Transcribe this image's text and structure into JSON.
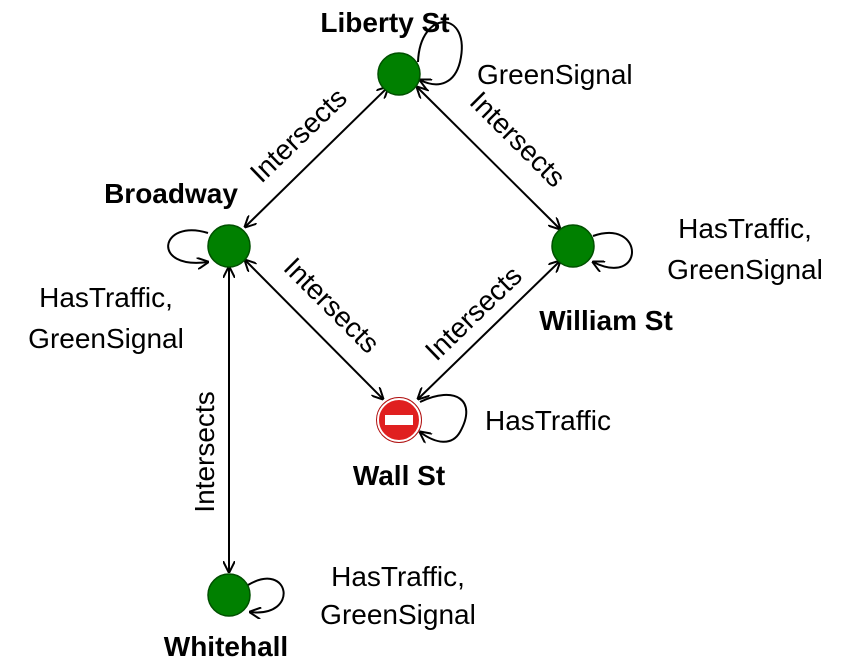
{
  "colors": {
    "ok_node": "#008000",
    "ok_node_stroke": "#005000",
    "blocked_node": "#e02020",
    "edge": "#000000"
  },
  "nodes": {
    "liberty": {
      "name": "Liberty St",
      "props_line1": "GreenSignal",
      "props_line2": "",
      "icon": "green-circle-icon"
    },
    "broadway": {
      "name": "Broadway",
      "props_line1": "HasTraffic,",
      "props_line2": "GreenSignal",
      "icon": "green-circle-icon"
    },
    "william": {
      "name": "William St",
      "props_line1": "HasTraffic,",
      "props_line2": "GreenSignal",
      "icon": "green-circle-icon"
    },
    "wall": {
      "name": "Wall St",
      "props_line1": "HasTraffic",
      "props_line2": "",
      "icon": "no-entry-icon"
    },
    "whitehall": {
      "name": "Whitehall",
      "props_line1": "HasTraffic,",
      "props_line2": "GreenSignal",
      "icon": "green-circle-icon"
    }
  },
  "edges": [
    {
      "from": "broadway",
      "to": "liberty",
      "label": "Intersects"
    },
    {
      "from": "liberty",
      "to": "william",
      "label": "Intersects"
    },
    {
      "from": "broadway",
      "to": "wall",
      "label": "Intersects"
    },
    {
      "from": "wall",
      "to": "william",
      "label": "Intersects"
    },
    {
      "from": "broadway",
      "to": "whitehall",
      "label": "Intersects"
    }
  ]
}
